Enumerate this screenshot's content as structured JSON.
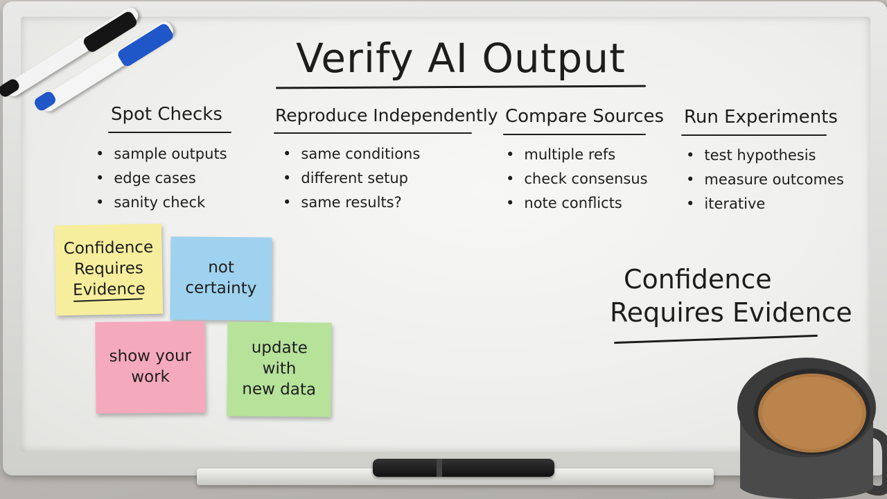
{
  "title": "Verify AI Output",
  "columns": [
    {
      "heading": "Spot Checks",
      "items": [
        "sample outputs",
        "edge cases",
        "sanity check"
      ]
    },
    {
      "heading": "Reproduce Independently",
      "items": [
        "same conditions",
        "different setup",
        "same results?"
      ]
    },
    {
      "heading": "Compare Sources",
      "items": [
        "multiple refs",
        "check consensus",
        "note conflicts"
      ]
    },
    {
      "heading": "Run Experiments",
      "items": [
        "test hypothesis",
        "measure outcomes",
        "iterative"
      ]
    }
  ],
  "sticky_notes": [
    {
      "text": "Confidence\nRequires\nEvidence",
      "color": "#f6ee9c"
    },
    {
      "text": "not\ncertainty",
      "color": "#9fd2ee"
    },
    {
      "text": "show your\nwork",
      "color": "#f5a9bd"
    },
    {
      "text": "update\nwith\nnew data",
      "color": "#b6e29a"
    }
  ],
  "callout": {
    "line1": "Confidence",
    "line2": "Requires Evidence"
  },
  "colors": {
    "ink": "#1d1d1d",
    "marker_blue": "#1f56c8",
    "marker_black": "#151515",
    "coffee": "#b07a45"
  }
}
